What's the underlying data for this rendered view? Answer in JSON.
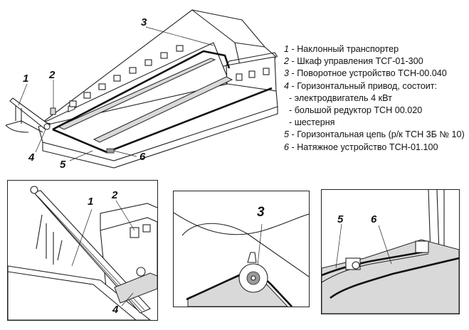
{
  "callouts": {
    "main": [
      "1",
      "2",
      "3",
      "4",
      "5",
      "6"
    ],
    "panel_a": [
      "1",
      "2",
      "4"
    ],
    "panel_b": [
      "3"
    ],
    "panel_c": [
      "5",
      "6"
    ]
  },
  "legend": [
    {
      "num": "1",
      "text": " - Наклонный транспортер"
    },
    {
      "num": "2",
      "text": " - Шкаф управления ТСГ-01-300"
    },
    {
      "num": "3",
      "text": " - Поворотное устройство ТСН-00.040"
    },
    {
      "num": "4",
      "text": " - Горизонтальный привод, состоит:"
    },
    {
      "num": "",
      "text": "- электродвигатель 4 кВт"
    },
    {
      "num": "",
      "text": "- большой редуктор ТСН 00.020"
    },
    {
      "num": "",
      "text": "- шестерня"
    },
    {
      "num": "5",
      "text": " - Горизонтальная цепь (р/к ТСН 3Б № 10)"
    },
    {
      "num": "6",
      "text": " - Натяжное устройство ТСН-01.100"
    }
  ]
}
